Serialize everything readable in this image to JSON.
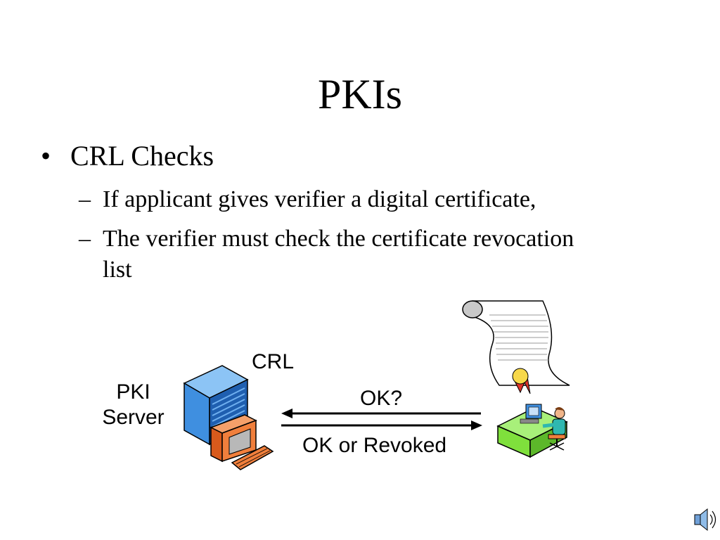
{
  "slide": {
    "title": "PKIs",
    "bullet": "CRL Checks",
    "bullet_marker": "•",
    "sub_marker": "–",
    "sub_items": [
      {
        "line1": "If applicant gives verifier a digital certificate,",
        "line2": ""
      },
      {
        "line1": "The verifier must check the certificate revocation",
        "line2": "list"
      }
    ]
  },
  "diagram": {
    "server_label_line1": "PKI",
    "server_label_line2": "Server",
    "crl_label": "CRL",
    "request_label": "OK?",
    "response_label": "OK or Revoked"
  },
  "icons": [
    "server-computer-icon",
    "certificate-scroll-icon",
    "award-seal-icon",
    "person-at-desk-icon",
    "speaker-icon"
  ],
  "colors": {
    "server_blue": "#3f8fe0",
    "monitor_orange": "#f07f3c",
    "desk_green": "#7fe03c",
    "seal_yellow": "#f7d84a",
    "ribbon_red": "#e0342a"
  }
}
